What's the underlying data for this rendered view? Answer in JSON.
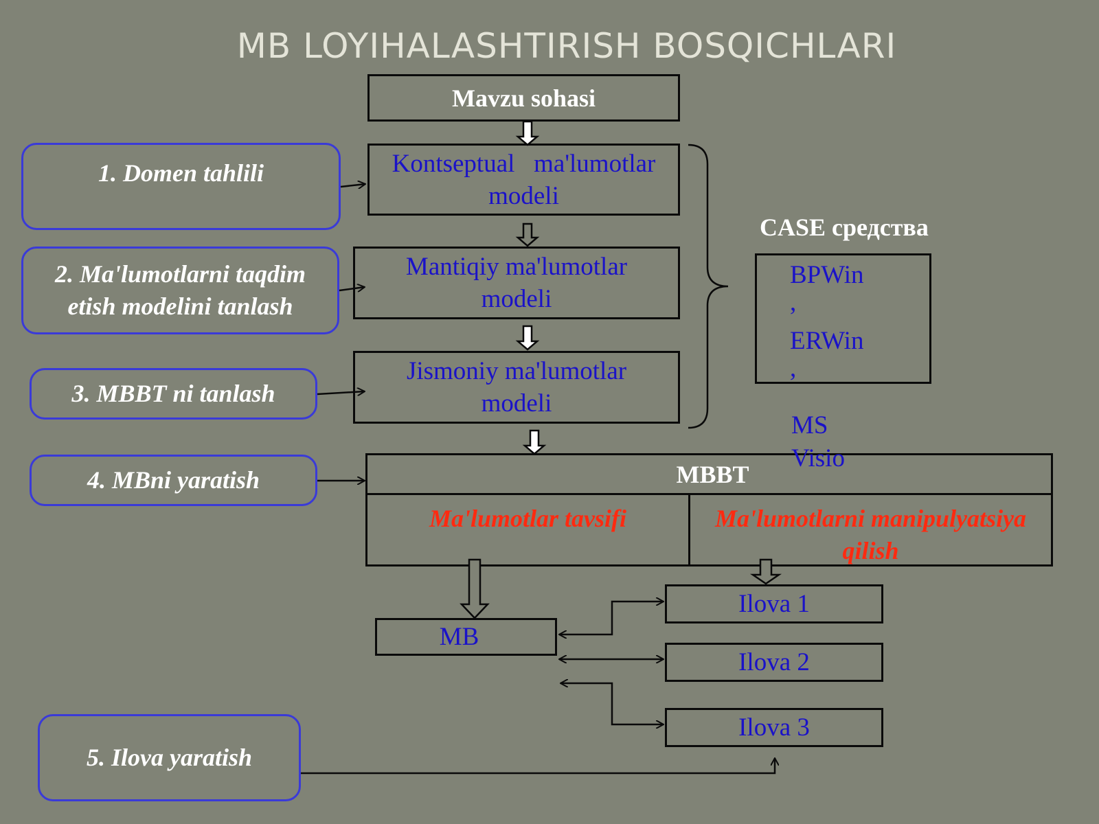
{
  "title": "MB LOYIHALASHTIRISH BOSQICHLARI",
  "center": {
    "mavzu": "Mavzu sohasi",
    "konseptual": "Kontseptual   ma'lumotlar modeli",
    "mantiqiy": "Mantiqiy ma'lumotlar modeli",
    "jismoniy": "Jismoniy ma'lumotlar modeli"
  },
  "steps": [
    "1. Domen tahlili",
    "2. Ma'lumotlarni taqdim etish modelini tanlash",
    "3. MBBT ni tanlash",
    "4. MBni yaratish",
    "5. Ilova yaratish"
  ],
  "case": {
    "heading": "CASE средства",
    "tools_line1": "BPWin",
    "comma1": ",",
    "tools_line2": "ERWin",
    "comma2": ",",
    "tools_line3": "MS",
    "tools_line4": "Visio"
  },
  "mbbt": {
    "label": "MBBT",
    "left_cell": "Ma'lumotlar tavsifi",
    "right_cell": "Ma'lumotlarni manipulyatsiya qilish"
  },
  "db_label": "MB",
  "apps": [
    "Ilova 1",
    "Ilova 2",
    "Ilova 3"
  ],
  "colors": {
    "background": "#808376",
    "title": "#e4e4d8",
    "box_text": "#1a12c8",
    "step_border": "#3a3ad8",
    "highlight": "#ff2a10"
  }
}
